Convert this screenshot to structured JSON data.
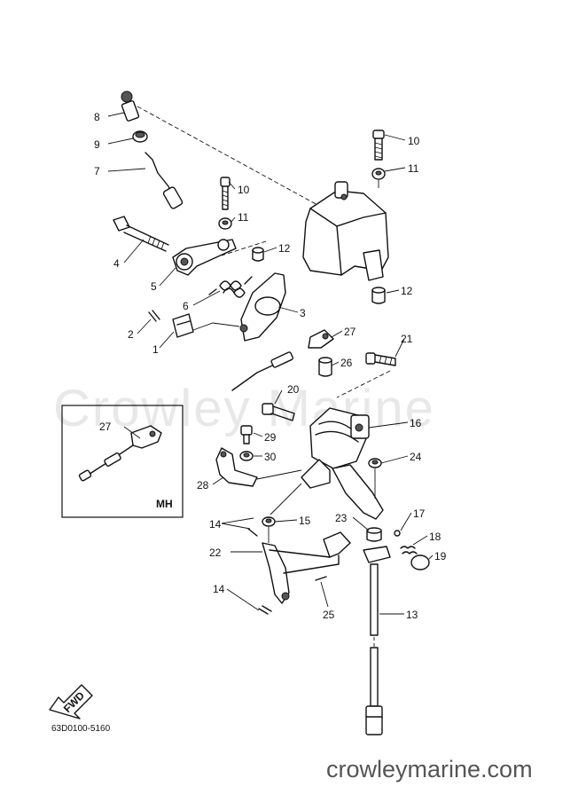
{
  "watermark": "Crowley Marine",
  "footer_site": "crowleymarine.com",
  "drawing_code": "63D0100-5160",
  "inset_label": "MH",
  "fwd_label": "FWD",
  "callouts": [
    {
      "id": "c8",
      "text": "8"
    },
    {
      "id": "c9",
      "text": "9"
    },
    {
      "id": "c7",
      "text": "7"
    },
    {
      "id": "c10a",
      "text": "10"
    },
    {
      "id": "c11a",
      "text": "11"
    },
    {
      "id": "c10b",
      "text": "10"
    },
    {
      "id": "c11b",
      "text": "11"
    },
    {
      "id": "c12a",
      "text": "12"
    },
    {
      "id": "c12b",
      "text": "12"
    },
    {
      "id": "c4",
      "text": "4"
    },
    {
      "id": "c5",
      "text": "5"
    },
    {
      "id": "c6",
      "text": "6"
    },
    {
      "id": "c3",
      "text": "3"
    },
    {
      "id": "c2",
      "text": "2"
    },
    {
      "id": "c1",
      "text": "1"
    },
    {
      "id": "c27a",
      "text": "27"
    },
    {
      "id": "c21",
      "text": "21"
    },
    {
      "id": "c26",
      "text": "26"
    },
    {
      "id": "c20",
      "text": "20"
    },
    {
      "id": "c16",
      "text": "16"
    },
    {
      "id": "c27b",
      "text": "27"
    },
    {
      "id": "c29",
      "text": "29"
    },
    {
      "id": "c30",
      "text": "30"
    },
    {
      "id": "c24",
      "text": "24"
    },
    {
      "id": "c28",
      "text": "28"
    },
    {
      "id": "c14a",
      "text": "14"
    },
    {
      "id": "c15",
      "text": "15"
    },
    {
      "id": "c23",
      "text": "23"
    },
    {
      "id": "c17",
      "text": "17"
    },
    {
      "id": "c22",
      "text": "22"
    },
    {
      "id": "c18",
      "text": "18"
    },
    {
      "id": "c19",
      "text": "19"
    },
    {
      "id": "c14b",
      "text": "14"
    },
    {
      "id": "c25",
      "text": "25"
    },
    {
      "id": "c13",
      "text": "13"
    }
  ]
}
